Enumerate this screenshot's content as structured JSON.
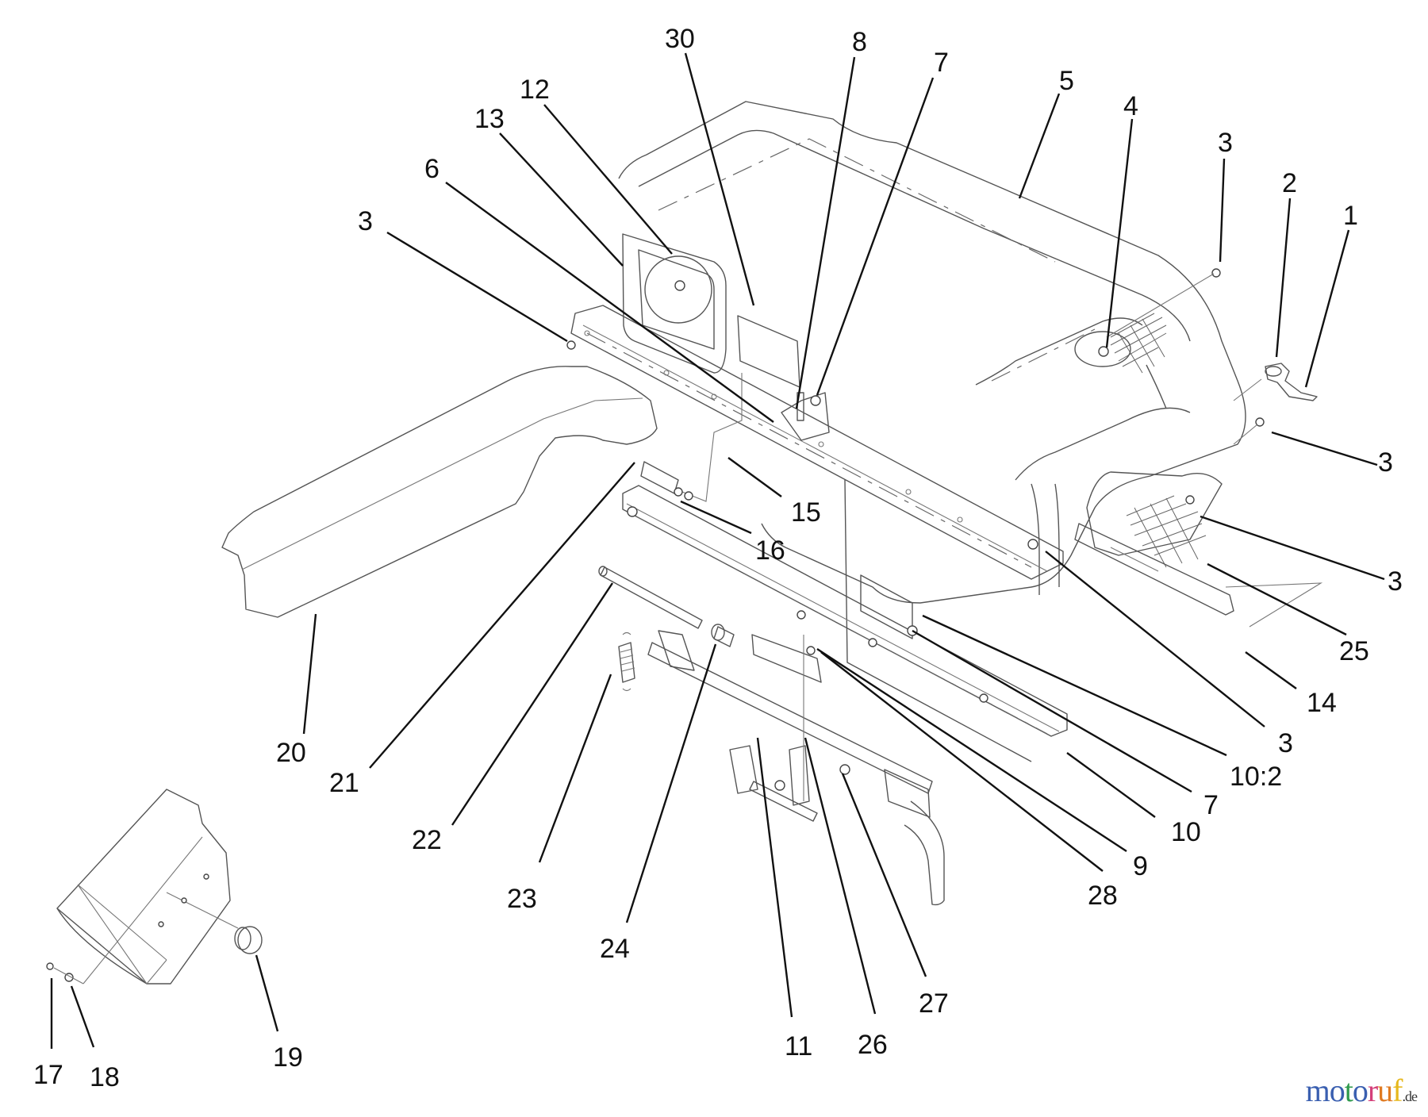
{
  "diagram": {
    "type": "exploded parts diagram",
    "subject": "hood / body panel assembly with chute, fender and hinge linkage",
    "callouts": [
      {
        "id": "c30",
        "text": "30"
      },
      {
        "id": "c8a",
        "text": "8"
      },
      {
        "id": "c7a",
        "text": "7"
      },
      {
        "id": "c5",
        "text": "5"
      },
      {
        "id": "c4",
        "text": "4"
      },
      {
        "id": "c3a",
        "text": "3"
      },
      {
        "id": "c2",
        "text": "2"
      },
      {
        "id": "c1",
        "text": "1"
      },
      {
        "id": "c12",
        "text": "12"
      },
      {
        "id": "c13",
        "text": "13"
      },
      {
        "id": "c6",
        "text": "6"
      },
      {
        "id": "c3b",
        "text": "3"
      },
      {
        "id": "c3c",
        "text": "3"
      },
      {
        "id": "c3d",
        "text": "3"
      },
      {
        "id": "c25",
        "text": "25"
      },
      {
        "id": "c14",
        "text": "14"
      },
      {
        "id": "c3e",
        "text": "3"
      },
      {
        "id": "c10-2",
        "text": "10:2"
      },
      {
        "id": "c7b",
        "text": "7"
      },
      {
        "id": "c10",
        "text": "10"
      },
      {
        "id": "c9",
        "text": "9"
      },
      {
        "id": "c28",
        "text": "28"
      },
      {
        "id": "c15",
        "text": "15"
      },
      {
        "id": "c16",
        "text": "16"
      },
      {
        "id": "c20",
        "text": "20"
      },
      {
        "id": "c21",
        "text": "21"
      },
      {
        "id": "c22",
        "text": "22"
      },
      {
        "id": "c23",
        "text": "23"
      },
      {
        "id": "c24",
        "text": "24"
      },
      {
        "id": "c11",
        "text": "11"
      },
      {
        "id": "c26",
        "text": "26"
      },
      {
        "id": "c27",
        "text": "27"
      },
      {
        "id": "c19",
        "text": "19"
      },
      {
        "id": "c17",
        "text": "17"
      },
      {
        "id": "c18",
        "text": "18"
      }
    ]
  },
  "watermark": {
    "parts": [
      "m",
      "o",
      "t",
      "o",
      "r",
      "u",
      "f"
    ],
    "tld": ".de",
    "colors": [
      "#3a5fb0",
      "#3a5fb0",
      "#2f9a4c",
      "#3a5fb0",
      "#d4407a",
      "#e07b22",
      "#e6b81c"
    ]
  }
}
